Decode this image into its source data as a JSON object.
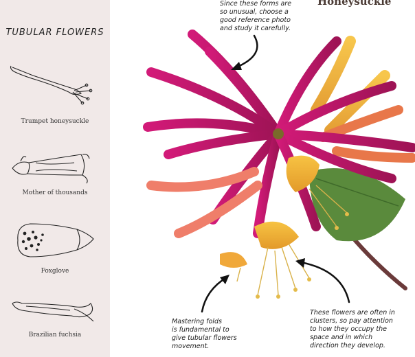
{
  "page": {
    "heading": "Honeysuckle"
  },
  "sidebar": {
    "title": "TUBULAR FLOWERS",
    "items": [
      {
        "label": "Trumpet honeysuckle"
      },
      {
        "label": "Mother of thousands"
      },
      {
        "label": "Foxglove"
      },
      {
        "label": "Brazilian fuchsia"
      }
    ]
  },
  "notes": {
    "top": "Since these forms are\nso unusual, choose a\ngood reference photo\nand study it carefully.",
    "bottom_left": "Mastering folds\nis fundamental to\ngive tubular flowers\nmovement.",
    "bottom_right": "These flowers are often in\nclusters, so pay attention\nto how they occupy the\nspace and in which\ndirection they develop."
  },
  "colors": {
    "sidebar_bg": "#f1e9e8",
    "petal_magenta": "#c4176a",
    "petal_yellow": "#f2b632",
    "leaf_green": "#5a8a3c"
  }
}
